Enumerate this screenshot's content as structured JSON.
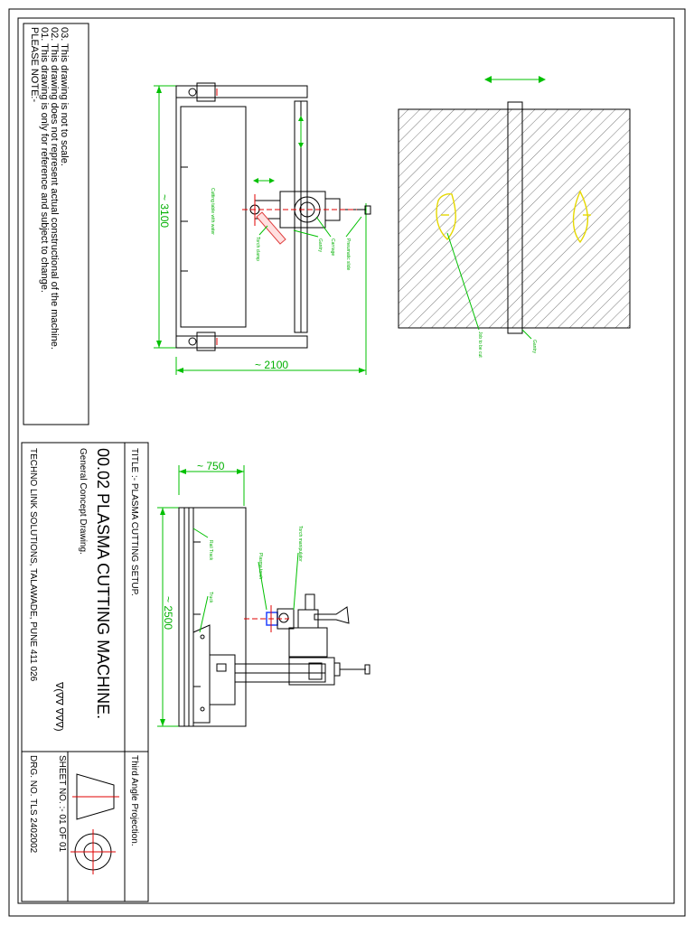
{
  "note": {
    "heading": "PLEASE NOTE:-",
    "line1": "01. This drawing is only for reference and subject to change.",
    "line2": "02. This drawing does not represent actual constructional of the machine.",
    "line3": "03. This drawing is not to scale."
  },
  "plan_view": {
    "dim_length": "~ 3100",
    "dim_width": "~ 2100",
    "callouts": {
      "cutting_table": "Cutting table with water",
      "torch_clamp": "Torch clamp",
      "gantry": "Gantry",
      "carriage": "Carriage",
      "pneumatic_slide": "Pneumatic slide"
    }
  },
  "workpiece_view": {
    "callouts": {
      "gantry": "Gantry",
      "job_to_be_cut": "Job to be cut"
    }
  },
  "side_view": {
    "dim_height": "~ 750",
    "dim_length": "~ 2500",
    "callouts": {
      "rail_track": "Rail Track",
      "truck": "Truck",
      "plasma_torch": "Plasma torch",
      "torch_manipulator": "Torch manipulator"
    }
  },
  "title_block": {
    "title_label": "TITLE :- PLASMA CUTTING SETUP.",
    "drawing_title": "00.02  PLASMA CUTTING MACHINE.",
    "subtitle": "General Concept Drawing.",
    "finish_symbols": "∇(∇∇  ∇∇∇)",
    "company": "TECHNO LINK SOLUTIONS, TALAWADE, PUNE 411 026",
    "projection": "Third Angle Projection.",
    "sheet": "SHEET NO. :- 01 OF 01",
    "drawing_number": "DRG. NO. TLS 2402002"
  }
}
